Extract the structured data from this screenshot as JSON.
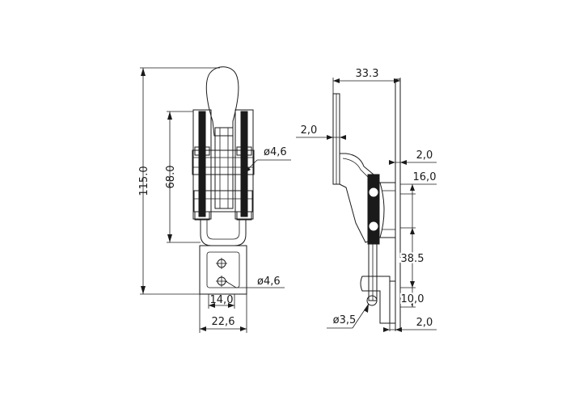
{
  "front_view": {
    "dim_total_height": "115.0",
    "dim_stroke_height": "68.0",
    "dim_hole_upper": "ø4,6",
    "dim_hole_lower": "ø4,6",
    "dim_hole_spacing": "14,0",
    "dim_base_width": "22,6"
  },
  "side_view": {
    "dim_overall_width": "33.3",
    "dim_plate_thickness_top": "2,0",
    "dim_bracket_thickness": "2,0",
    "dim_upper_offset": "16,0",
    "dim_mid_span": "38.5",
    "dim_lower_offset": "10,0",
    "dim_pin_diameter": "ø3,5",
    "dim_plate_thickness_bottom": "2,0"
  }
}
